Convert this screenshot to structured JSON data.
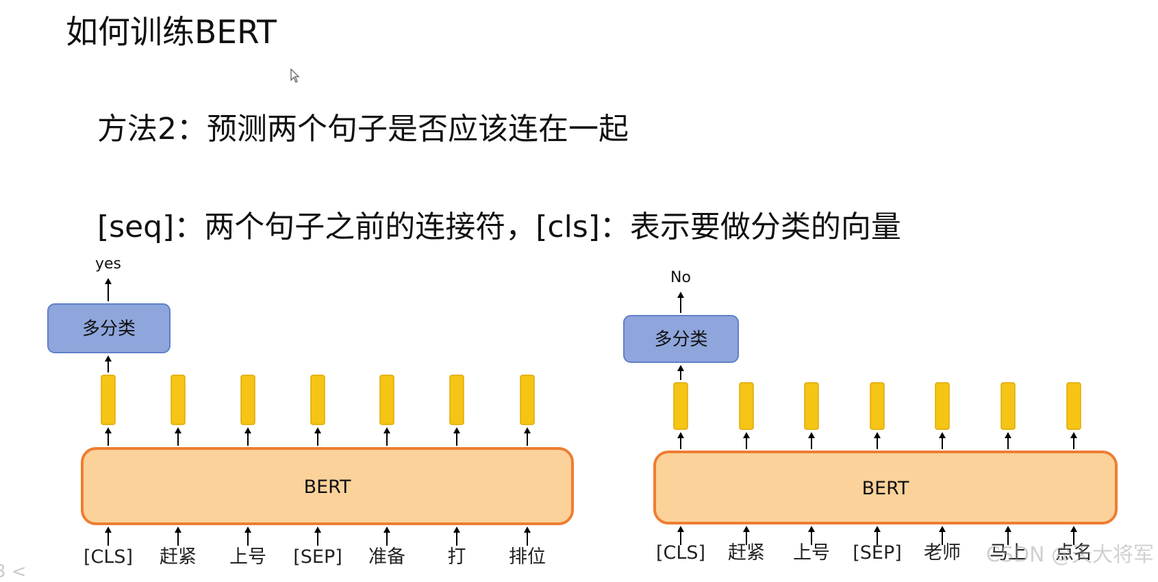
{
  "title": "如何训练BERT",
  "line1": "方法2：预测两个句子是否应该连在一起",
  "line2": "[seq]：两个句子之前的连接符，[cls]：表示要做分类的向量",
  "watermark": "CSDN @天大将军",
  "corner_mark": "3 <",
  "colors": {
    "bert_fill": "#fbd29a",
    "bert_stroke": "#ee7d31",
    "classifier_fill": "#8fa6dc",
    "classifier_stroke": "#5f7fc9",
    "vector_fill": "#f6c415",
    "vector_stroke": "#e0a800"
  },
  "diagrams": [
    {
      "output": "yes",
      "classifier": "多分类",
      "encoder": "BERT",
      "tokens": [
        "[CLS]",
        "赶紧",
        "上号",
        "[SEP]",
        "准备",
        "打",
        "排位"
      ]
    },
    {
      "output": "No",
      "classifier": "多分类",
      "encoder": "BERT",
      "tokens": [
        "[CLS]",
        "赶紧",
        "上号",
        "[SEP]",
        "老师",
        "马上",
        "点名"
      ]
    }
  ]
}
